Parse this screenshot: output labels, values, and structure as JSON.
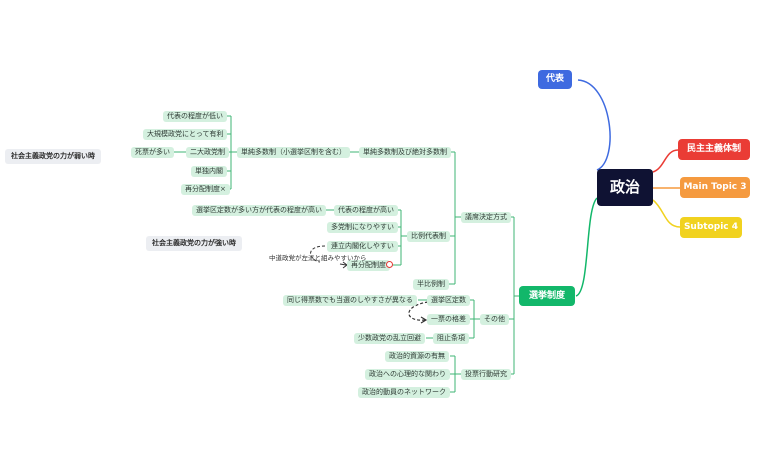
{
  "root": "政治",
  "branches": {
    "daihyo": "代表",
    "minshu": "民主主義体制",
    "main_topic": "Main Topic 3",
    "subtopic": "Subtopic 4",
    "senkyo": "選挙制度"
  },
  "colors": {
    "root": "#0f1233",
    "daihyo": "#3e6ae0",
    "minshu": "#ea3c35",
    "main_topic": "#f59a3f",
    "subtopic": "#f1d21f",
    "senkyo": "#12b76a",
    "leaf": "#d4f0df"
  },
  "senkyo_tree": {
    "giseki": "議席決定方式",
    "tanjun": "単純多数制及び絶対多数制",
    "tanjun_sub": "単純多数制（小選挙区制を含む）",
    "tanjun_leaves": [
      "代表の程度が低い",
      "大規模政党にとって有利",
      "二大政党制",
      "単独内閣",
      "再分配制度×"
    ],
    "shihyo": "死票が多い",
    "hirei": "比例代表制",
    "hirei_leaves": [
      "代表の程度が高い",
      "多党制になりやすい",
      "連立内閣化しやすい",
      "再分配制度"
    ],
    "senkyoku": "選挙区定数が多い方が代表の程度が高い",
    "chudo": "中道政党が左派と組みやすいから",
    "hanhirei": "半比例制",
    "sonota": "その他",
    "sonota_leaves": [
      "選挙区定数",
      "一票の格差",
      "阻止条項"
    ],
    "onaji": "同じ得票数でも当選のしやすさが異なる",
    "shosu": "少数政党の乱立回避",
    "tohyo": "投票行動研究",
    "tohyo_leaves": [
      "政治的資源の有無",
      "政治への心理的な関わり",
      "政治的動員のネットワーク"
    ]
  },
  "side_labels": {
    "weak": "社会主義政党の力が弱い時",
    "strong": "社会主義政党の力が強い時"
  }
}
